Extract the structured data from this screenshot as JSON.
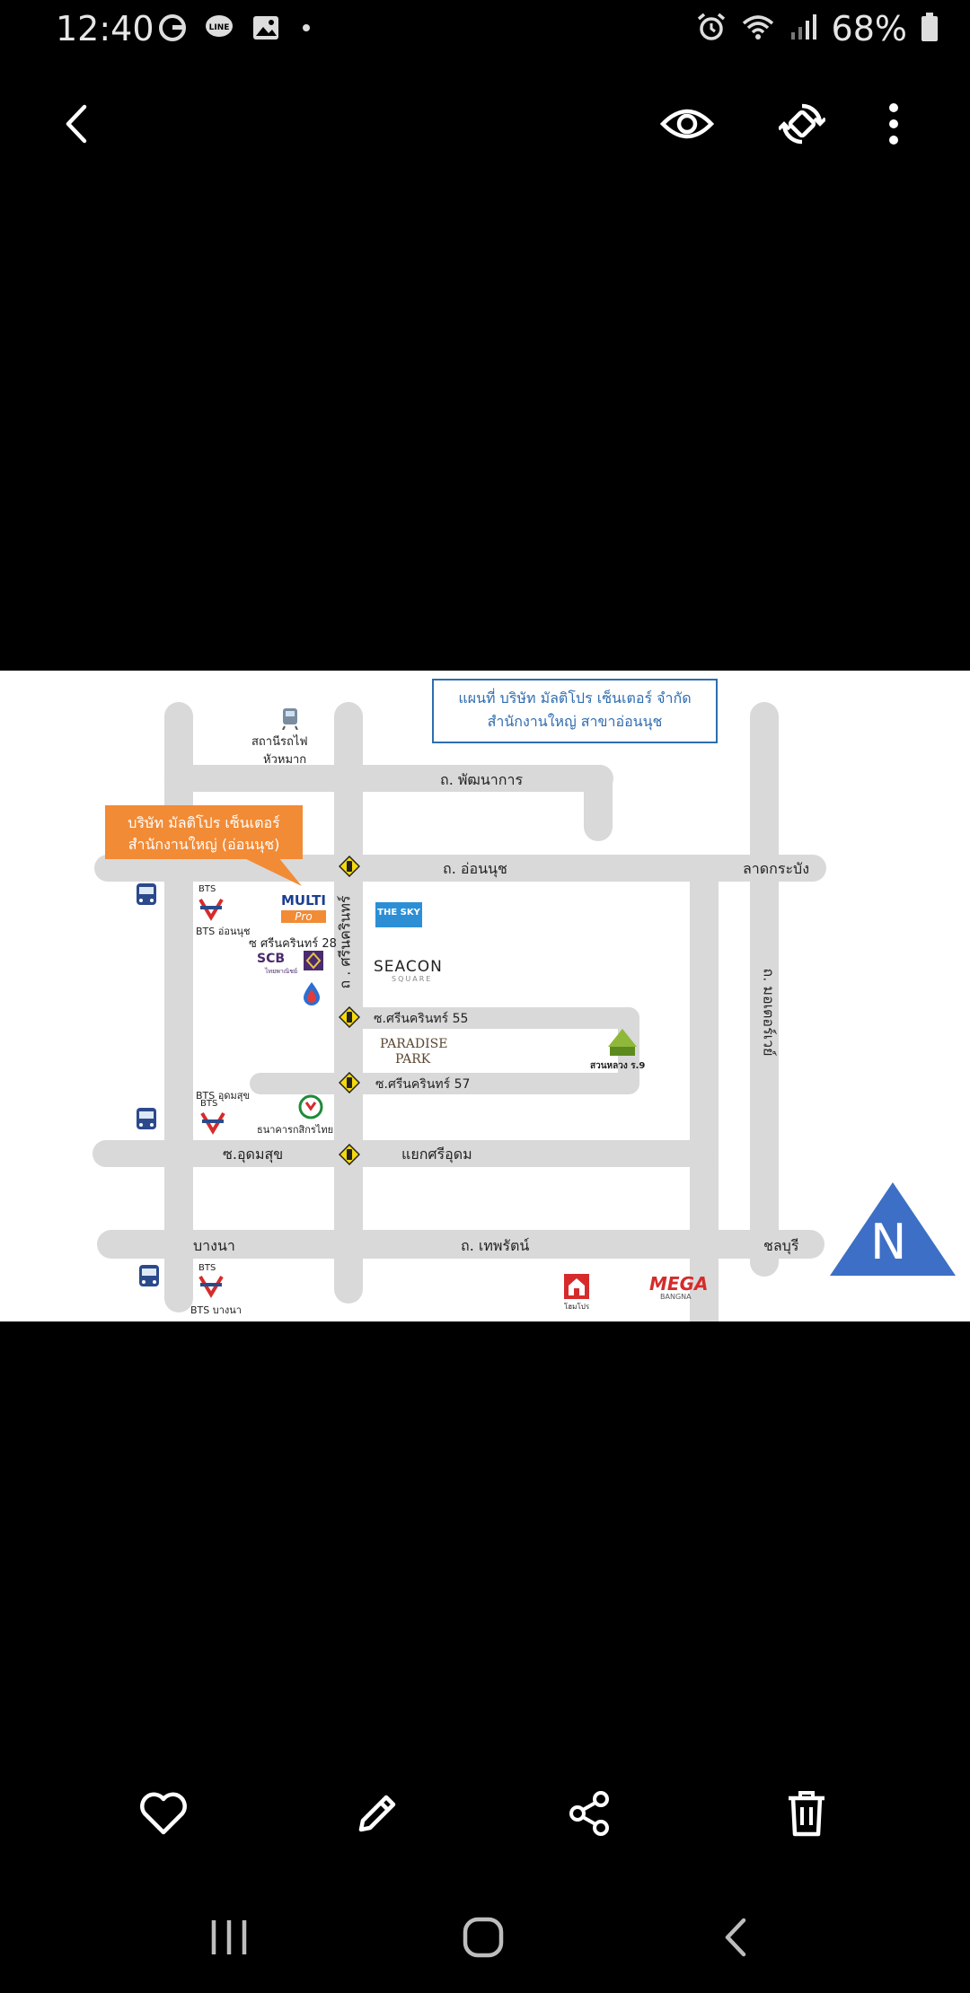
{
  "status_bar": {
    "time": "12:40",
    "battery": "68%",
    "icons": [
      "google-icon",
      "line-icon",
      "gallery-icon",
      "dot-icon",
      "alarm-icon",
      "wifi-icon",
      "signal-icon",
      "battery-icon"
    ]
  },
  "app_bar": {
    "icons": [
      "back-icon",
      "eye-icon",
      "rotate-icon",
      "more-icon"
    ]
  },
  "map": {
    "title_line1": "แผนที่ บริษัท มัลติโปร เซ็นเตอร์ จำกัด",
    "title_line2": "สำนักงานใหญ่ สาขาอ่อนนุช",
    "callout_line1": "บริษัท มัลติโปร เซ็นเตอร์",
    "callout_line2": "สำนักงานใหญ่ (อ่อนนุช)",
    "station_line1": "สถานีรถไฟ",
    "station_line2": "หัวหมาก",
    "road_pattanakarn": "ถ. พัฒนาการ",
    "road_onnut": "ถ. อ่อนนุช",
    "lat_krabang": "ลาดกระบัง",
    "road_srinakarin": "ถ . ศรีนครินทร์",
    "soi28": "ซ ศรีนครินทร์ 28",
    "soi55": "ซ.ศรีนครินทร์ 55",
    "soi57": "ซ.ศรีนครินทร์ 57",
    "motorway": "ถ. มอเตอร์เวย์",
    "udomsuk": "ซ.อุดมสุข",
    "yaek_udom": "แยกศรีอุดม",
    "bangna": "บางนา",
    "thepharat": "ถ. เทพรัตน์",
    "chonburi": "ชลบุรี",
    "bts_onnut": "BTS อ่อนนุช",
    "bts_udomsuk": "BTS อุดมสุข",
    "bts_bangna": "BTS บางนา",
    "bts": "BTS",
    "multi_line1": "MULTI",
    "multi_line2": "Pro",
    "scb": "SCB",
    "scb_sub": "ไทยพาณิชย์",
    "the_sky": "THE SKY",
    "seacon_line1": "SEACON",
    "seacon_line2": "SQUARE",
    "paradise_line1": "PARADISE",
    "paradise_line2": "PARK",
    "suan_luang": "สวนหลวง ร.9",
    "kbank": "ธนาคารกสิกรไทย",
    "homepro": "โฮมโปร",
    "mega": "MEGA",
    "mega_sub": "BANGNA",
    "north": "N",
    "colors": {
      "road": "#d9d9d9",
      "callout": "#f28b36",
      "title_border": "#2f6db0",
      "north_arrow": "#3d6fc6",
      "the_sky": "#2c8fd6",
      "multi": "#1b3f8f",
      "kbank": "#1f8a3a",
      "mega": "#d6262a"
    }
  },
  "bottom_actions": [
    "heart-icon",
    "edit-icon",
    "share-icon",
    "trash-icon"
  ],
  "nav_bar": [
    "recents-icon",
    "home-icon",
    "back-nav-icon"
  ]
}
